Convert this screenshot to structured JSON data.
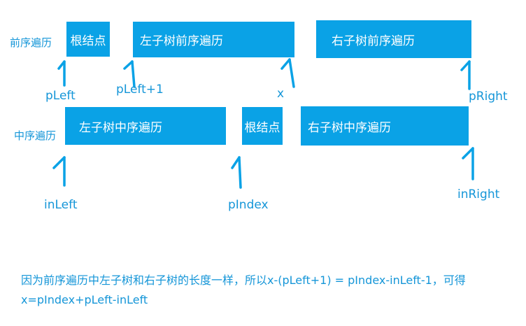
{
  "colors": {
    "box_fill": "#0aa2e6",
    "box_text": "#ffffff",
    "label_text": "#1596d8",
    "arrow": "#0aa2e6"
  },
  "preorder": {
    "row_label": "前序遍历",
    "root": "根结点",
    "left_subtree": "左子树前序遍历",
    "right_subtree": "右子树前序遍历"
  },
  "inorder": {
    "row_label": "中序遍历",
    "left_subtree": "左子树中序遍历",
    "root": "根结点",
    "right_subtree": "右子树中序遍历"
  },
  "pointers": {
    "pLeft": "pLeft",
    "pLeft_plus_1": "pLeft+1",
    "x": "x",
    "pRight": "pRight",
    "inLeft": "inLeft",
    "pIndex": "pIndex",
    "inRight": "inRight"
  },
  "note": "因为前序遍历中左子树和右子树的长度一样，所以x-(pLeft+1) = pIndex-inLeft-1，可得x=pIndex+pLeft-inLeft"
}
